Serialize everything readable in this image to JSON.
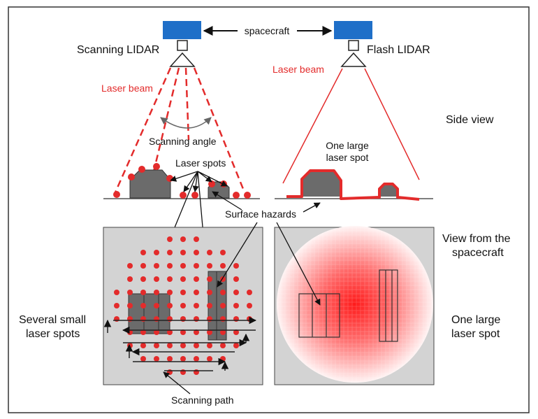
{
  "labels": {
    "spacecraft": "spacecraft",
    "scanning_lidar": "Scanning LIDAR",
    "flash_lidar": "Flash LIDAR",
    "laser_beam_left": "Laser beam",
    "laser_beam_right": "Laser beam",
    "side_view": "Side view",
    "scanning_angle": "Scanning angle",
    "laser_spots": "Laser spots",
    "one_large_spot_side_line1": "One large",
    "one_large_spot_side_line2": "laser spot",
    "surface_hazards": "Surface hazards",
    "view_from_line1": "View from the",
    "view_from_line2": "spacecraft",
    "several_small_line1": "Several small",
    "several_small_line2": "laser spots",
    "one_large_line1": "One large",
    "one_large_line2": "laser spot",
    "scanning_path": "Scanning path"
  },
  "colors": {
    "spacecraft_blue": "#1f6fc8",
    "laser_red": "#e32b2b",
    "hazard_gray": "#6b6b6b",
    "panel_gray": "#d3d3d3",
    "border": "#333333"
  }
}
